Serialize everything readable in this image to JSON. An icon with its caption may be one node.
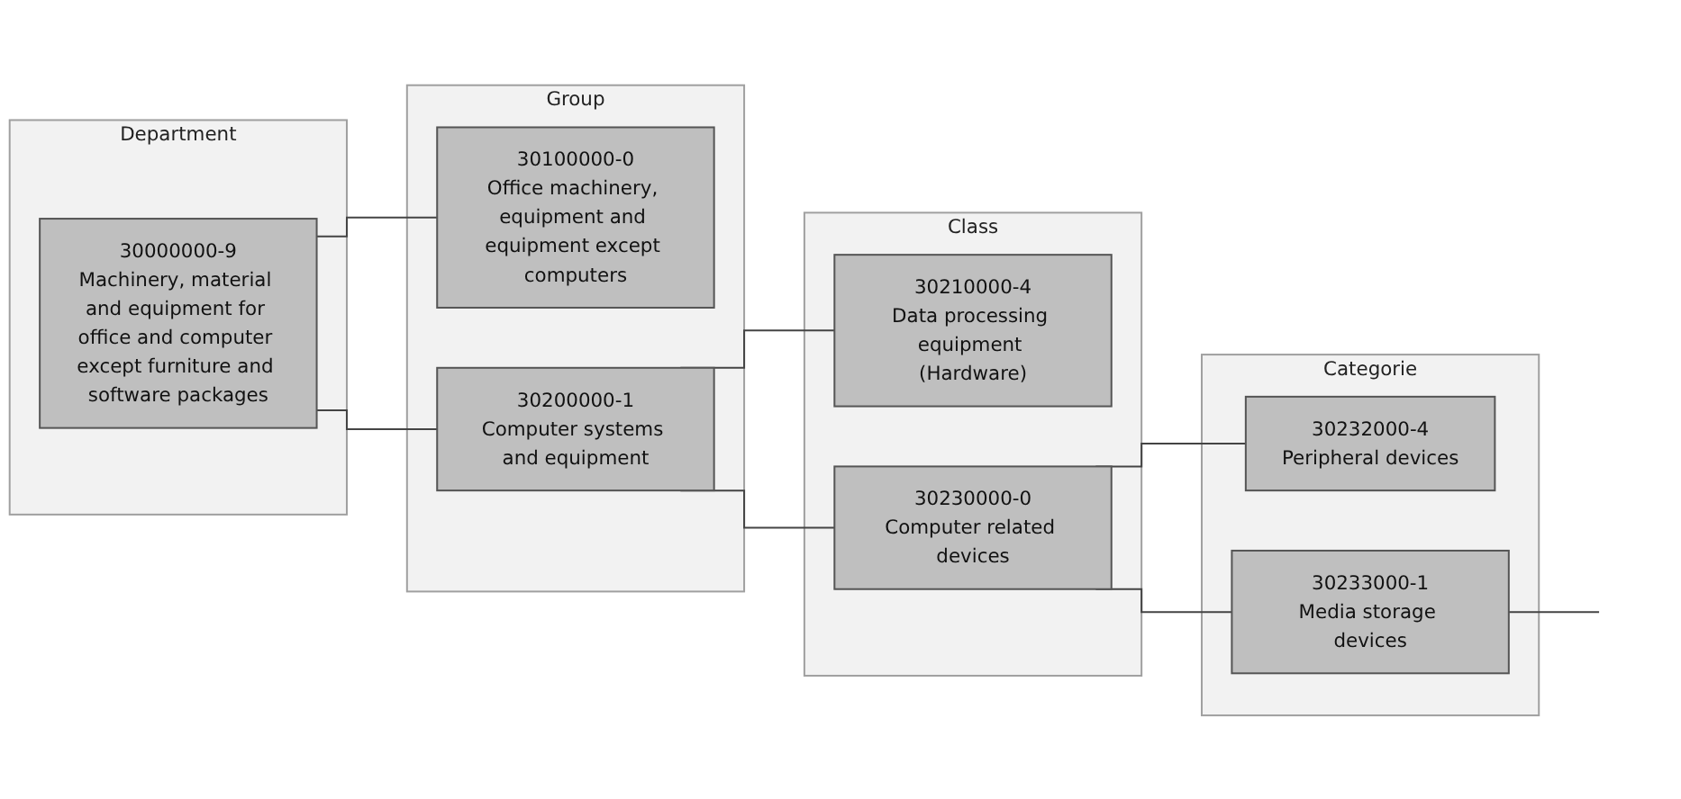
{
  "diagram": {
    "nodes": [
      {
        "text": [
          "Department"
        ]
      },
      {
        "text": [
          "30000000-9",
          "Machinery, material and equipment for office and computer except furniture and software packages"
        ],
        "in": 0
      },
      {
        "text": [
          "Group"
        ]
      },
      {
        "text": [
          "30100000-0",
          "Office machinery, equipment and equipment except computers"
        ],
        "in": 2
      },
      {
        "text": [
          "30200000-1",
          "Computer systems and equipment"
        ],
        "in": 2
      },
      {
        "text": [
          "Class"
        ]
      },
      {
        "text": [
          "30210000-4",
          "Data processing equipment (Hardware)"
        ],
        "in": 5
      },
      {
        "text": [
          "30230000-0",
          "Computer related devices"
        ],
        "in": 5
      },
      {
        "text": [
          "Categorie"
        ]
      },
      {
        "text": [
          "30232000-4",
          "Peripheral devices"
        ],
        "in": 8
      },
      {
        "text": [
          "30233000-1",
          "Media storage devices"
        ],
        "in": 8
      }
    ],
    "edges": [
      {
        "from": 1,
        "to": 3,
        "arrow": "none"
      },
      {
        "from": 1,
        "to": 4,
        "arrow": "none"
      },
      {
        "from": 4,
        "to": 6,
        "arrow": "none"
      },
      {
        "from": 4,
        "to": 7,
        "arrow": "none"
      },
      {
        "from": 7,
        "to": 9,
        "arrow": "none"
      },
      {
        "from": 7,
        "to": 10,
        "arrow": "none"
      },
      {
        "from": 10,
        "to": null,
        "arrow": "none"
      }
    ]
  }
}
